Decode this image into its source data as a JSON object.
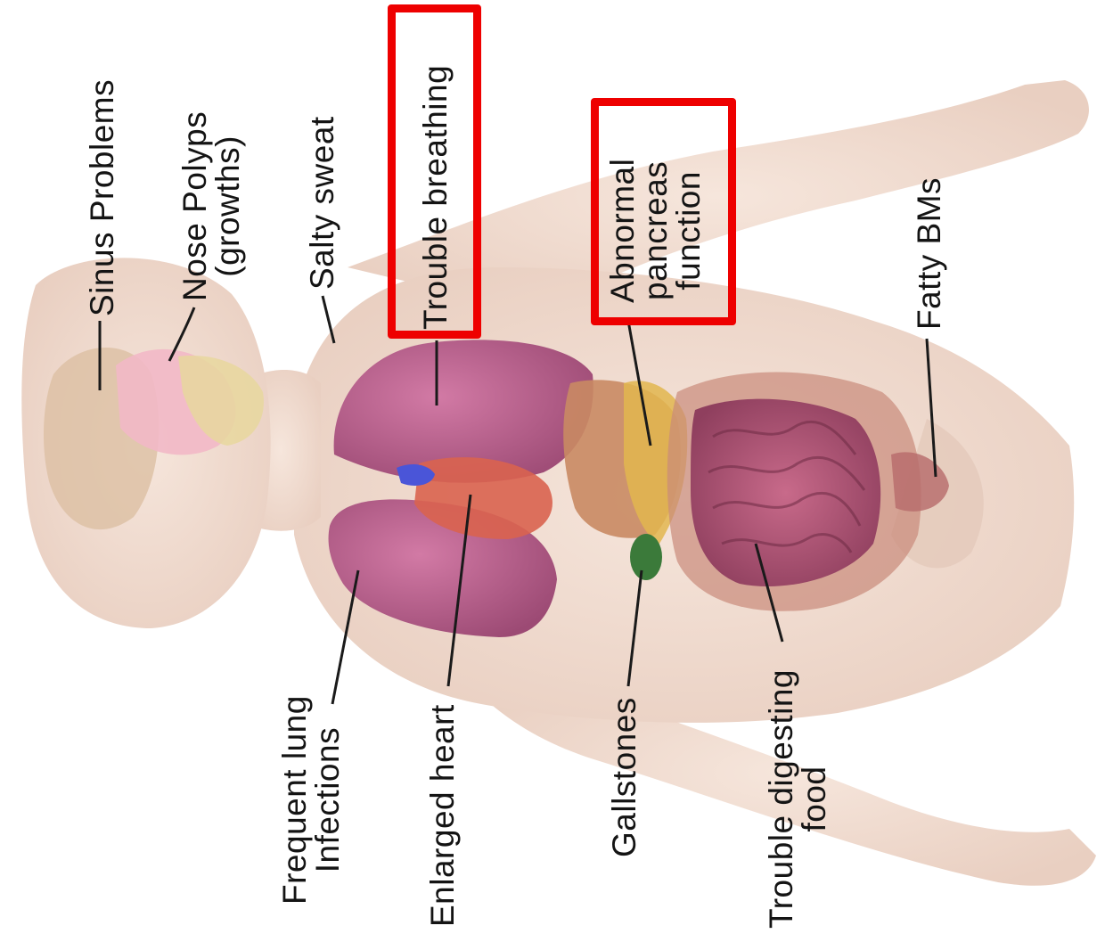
{
  "labels": {
    "sinus_problems": "Sinus Problems",
    "nose_polyps_line1": "Nose Polyps",
    "nose_polyps_line2": "(growths)",
    "salty_sweat": "Salty sweat",
    "trouble_breathing": "Trouble breathing",
    "pancreas_line1": "Abnormal",
    "pancreas_line2": "pancreas",
    "pancreas_line3": "function",
    "fatty_bms": "Fatty BMs",
    "lung_line1": "Frequent lung",
    "lung_line2": "Infections",
    "enlarged_heart": "Enlarged heart",
    "gallstones": "Gallstones",
    "digesting_line1": "Trouble digesting",
    "digesting_line2": "food"
  },
  "highlights": [
    "Trouble breathing",
    "Abnormal pancreas function"
  ],
  "colors": {
    "skin": "#efd9cc",
    "lung": "#b35a86",
    "heart": "#d9634f",
    "intestine": "#a8506d",
    "liver": "#c98a63",
    "highlight": "#ee0000"
  }
}
